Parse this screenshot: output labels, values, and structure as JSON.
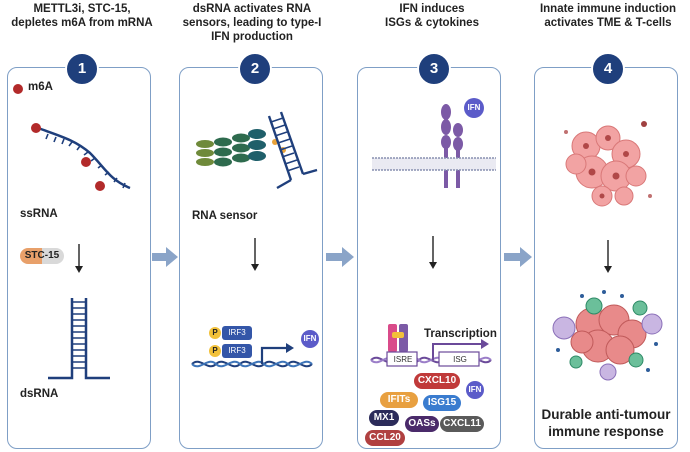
{
  "steps": [
    {
      "number": "1",
      "title_lines": [
        "METTL3i, STC-15,",
        "depletes m6A from mRNA"
      ]
    },
    {
      "number": "2",
      "title_lines": [
        "dsRNA activates RNA",
        "sensors, leading to  type-I",
        "IFN production"
      ]
    },
    {
      "number": "3",
      "title_lines": [
        "IFN induces",
        "ISGs & cytokines"
      ]
    },
    {
      "number": "4",
      "title_lines": [
        "Innate immune induction",
        "activates TME & T-cells"
      ]
    }
  ],
  "panel1": {
    "m6a_legend": "m6A",
    "ssrna": "ssRNA",
    "drug": "STC-15",
    "dsrna": "dsRNA"
  },
  "panel2": {
    "sensor": "RNA sensor",
    "p": "P",
    "irf3": "IRF3",
    "ifn": "IFN"
  },
  "panel3": {
    "ifn": "IFN",
    "transcription": "Transcription",
    "isre": "ISRE",
    "isg": "ISG",
    "cytokines": [
      "CXCL10",
      "IFN",
      "IFITs",
      "ISG15",
      "MX1",
      "OASs",
      "CXCL11",
      "CCL20"
    ]
  },
  "panel4": {
    "outcome_lines": [
      "Durable anti-tumour",
      "immune response"
    ]
  },
  "colors": {
    "badge": "#1f3f7c",
    "panel_border": "#7f9fc6",
    "arrow": "#8aa4c8",
    "m6a": "#b22a2a"
  }
}
